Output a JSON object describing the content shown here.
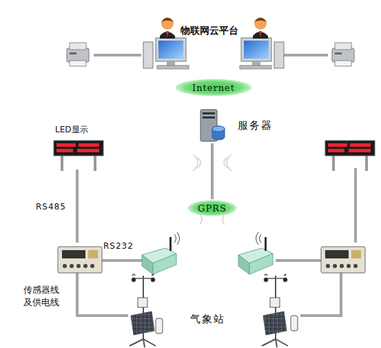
{
  "diagram": {
    "nodes": [
      {
        "text": [
          "物联网云平台"
        ]
      },
      {
        "text": [
          "Internet"
        ]
      },
      {
        "text": [
          "服务器"
        ]
      },
      {
        "text": [
          "GPRS"
        ]
      },
      {
        "text": [
          "LED显示"
        ]
      }
    ],
    "edges": [
      {
        "from": 2,
        "to": 3,
        "arrow": "none"
      }
    ],
    "labels": [
      "RS485",
      "RS232",
      "传感器线 及供电线",
      "气象站"
    ]
  }
}
